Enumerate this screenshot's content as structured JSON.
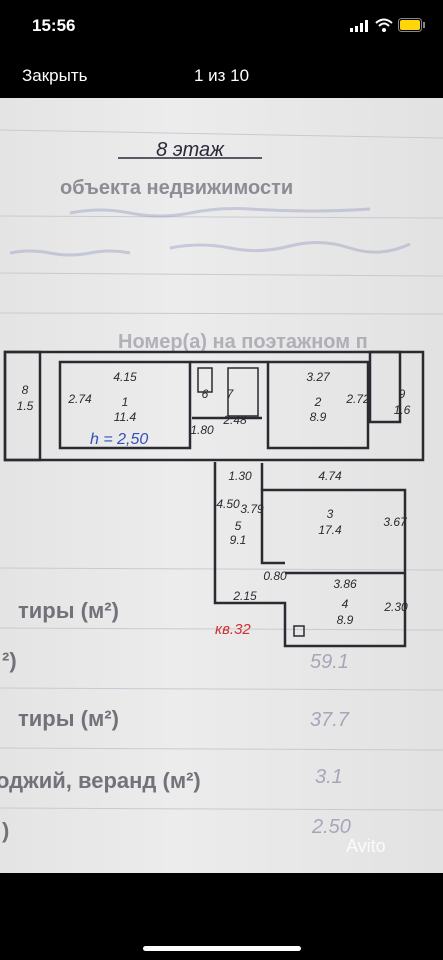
{
  "status_bar": {
    "time": "15:56"
  },
  "header": {
    "close_label": "Закрыть",
    "counter": "1 из 10"
  },
  "plan": {
    "floor_title": "8 этаж",
    "line_object": "объекта недвижимости",
    "line_number": "Номер(а) на поэтажном п",
    "ceiling_height": "h = 2,50",
    "apartment_label": "кв.32",
    "rooms": [
      {
        "num": "1",
        "area": "11.4",
        "width": "4.15",
        "depth": "2.74"
      },
      {
        "num": "2",
        "area": "8.9",
        "width": "3.27",
        "depth": "2.72"
      },
      {
        "num": "3",
        "area": "17.4",
        "width": "4.74",
        "depth": "3.67"
      },
      {
        "num": "4",
        "area": "8.9",
        "width": "3.86",
        "depth": "2.30"
      },
      {
        "num": "5",
        "area": "9.1",
        "width": "1.30",
        "depth": "4.50"
      },
      {
        "num": "8",
        "area": "1.5"
      },
      {
        "num": "9",
        "area": "1.6"
      }
    ],
    "small_rooms": [
      "6",
      "7"
    ],
    "dims": {
      "d248": "2.48",
      "d180": "1.80",
      "d379": "3.79",
      "d215": "2.15",
      "d080": "0.80"
    },
    "form_rows": [
      {
        "label": "тиры (м²)",
        "value": ""
      },
      {
        "label": "²)",
        "value": "59.1"
      },
      {
        "label": "тиры (м²)",
        "value": "37.7"
      },
      {
        "label": "оджий, веранд (м²)",
        "value": "3.1"
      },
      {
        "label": ")",
        "value": "2.50"
      }
    ]
  },
  "watermark": "Avito"
}
